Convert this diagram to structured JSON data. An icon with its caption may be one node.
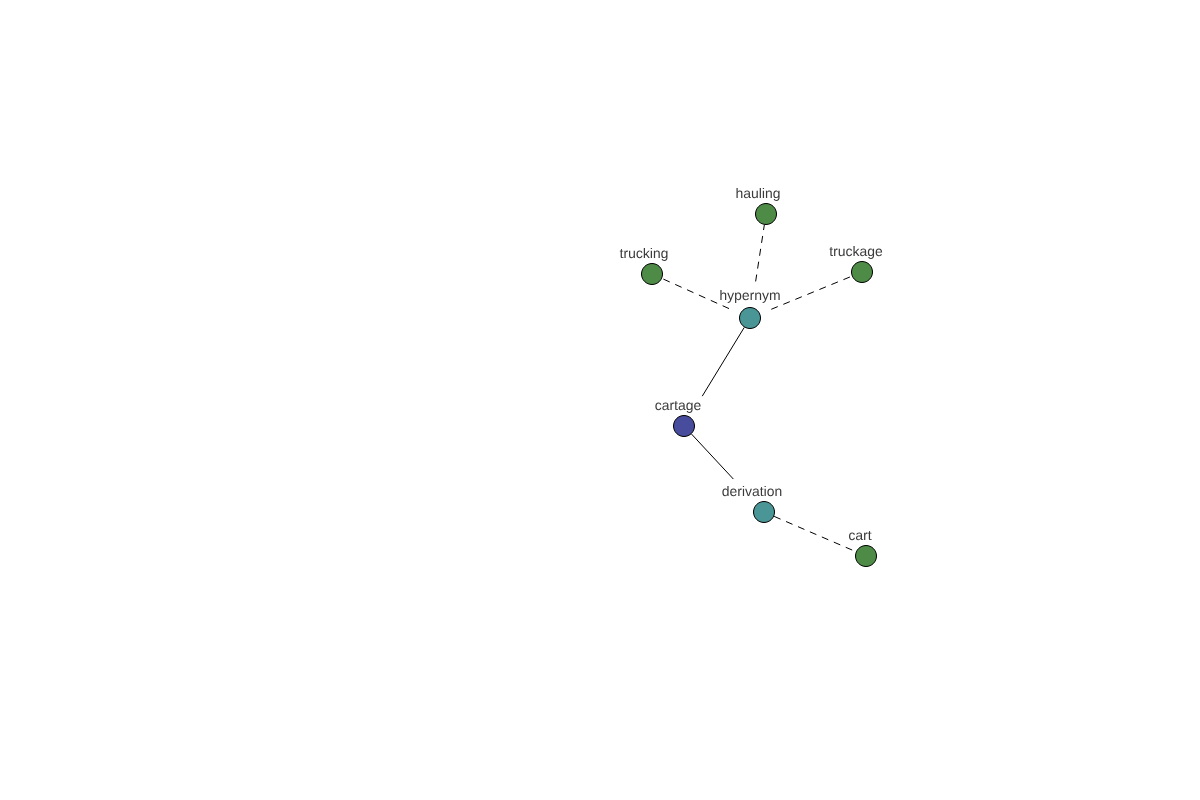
{
  "diagram": {
    "nodes": [
      {
        "text": [
          "hauling"
        ]
      },
      {
        "text": [
          "trucking"
        ]
      },
      {
        "text": [
          "truckage"
        ]
      },
      {
        "text": [
          "hypernym"
        ]
      },
      {
        "text": [
          "cartage"
        ]
      },
      {
        "text": [
          "derivation"
        ]
      },
      {
        "text": [
          "cart"
        ]
      }
    ],
    "edges": [
      {
        "from": 4,
        "to": 3,
        "arrow": "none"
      },
      {
        "from": 3,
        "to": 0,
        "arrow": "none",
        "style": "dashed"
      },
      {
        "from": 3,
        "to": 1,
        "arrow": "none",
        "style": "dashed"
      },
      {
        "from": 3,
        "to": 2,
        "arrow": "none",
        "style": "dashed"
      },
      {
        "from": 4,
        "to": 5,
        "arrow": "none"
      },
      {
        "from": 5,
        "to": 6,
        "arrow": "none",
        "style": "dashed"
      }
    ]
  }
}
